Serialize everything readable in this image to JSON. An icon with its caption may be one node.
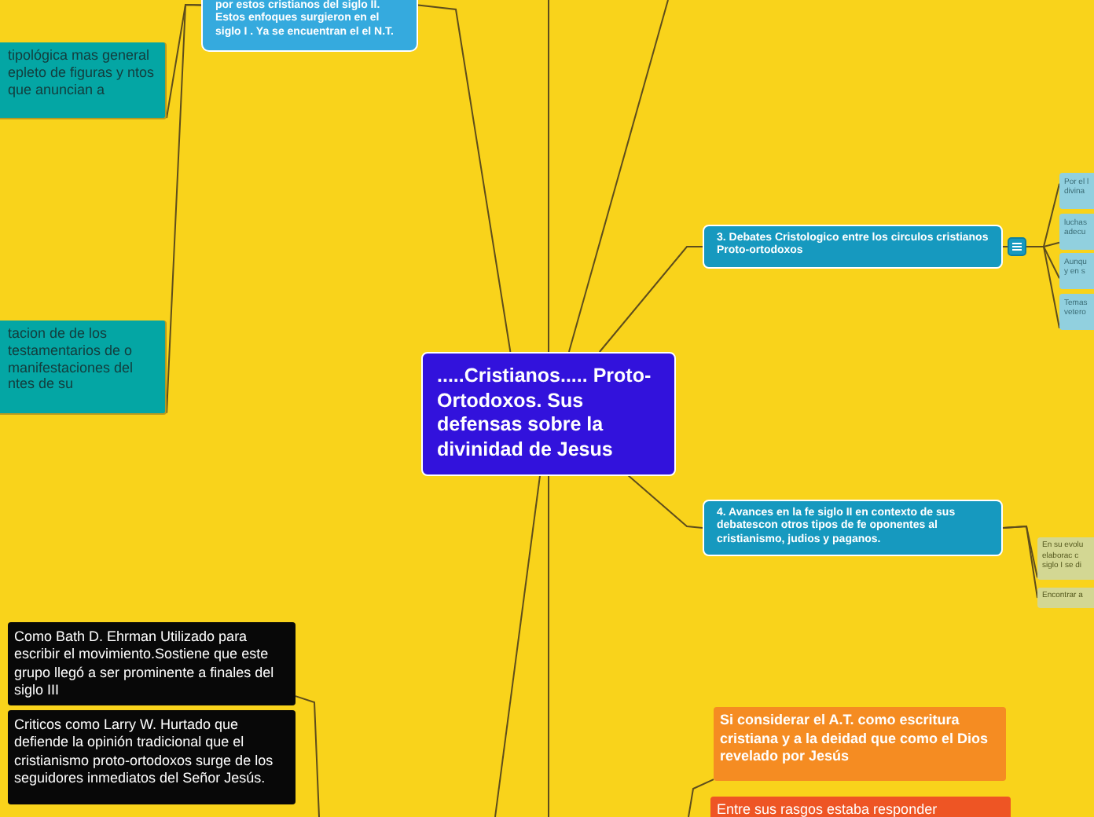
{
  "diagram": {
    "nodes": [
      {
        "text": [
          ".....Cristianos..... Proto-Ortodoxos. Sus defensas sobre la divinidad de Jesus"
        ]
      },
      {
        "text": [
          "por estos cristianos del siglo II. Estos enfoques surgieron en el siglo I . Ya se encuentran el el N.T."
        ]
      },
      {
        "text": [
          "tipológica mas general epleto de figuras y ntos que anuncian a"
        ]
      },
      {
        "text": [
          "tacion de de los testamentarios de o manifestaciones del ntes de su"
        ]
      },
      {
        "text": [
          "3. Debates Cristologico entre los circulos cristianos Proto-ortodoxos"
        ]
      },
      {
        "text": [
          "Por el l divina"
        ]
      },
      {
        "text": [
          "luchas adecu"
        ]
      },
      {
        "text": [
          "Aunqu y en s"
        ]
      },
      {
        "text": [
          "Temas vetero"
        ]
      },
      {
        "text": [
          "4. Avances en la fe siglo II en contexto de sus debatescon otros tipos de fe oponentes al cristianismo, judios y paganos."
        ]
      },
      {
        "text": [
          "En su evolu elaborac c siglo I se di"
        ]
      },
      {
        "text": [
          "Encontrar a"
        ]
      },
      {
        "text": [
          "Como Bath D. Ehrman Utilizado para escribir el movimiento.Sostiene que este grupo llegó a ser prominente a finales del siglo III"
        ]
      },
      {
        "text": [
          "Criticos como Larry W. Hurtado que defiende la opinión tradicional que el cristianismo proto-ortodoxos surge de los seguidores inmediatos del Señor Jesús."
        ]
      },
      {
        "text": [
          "Si considerar el A.T. como escritura cristiana y a la deidad que como el Dios revelado por Jesús"
        ]
      },
      {
        "text": [
          "Entre sus rasgos estaba responder"
        ]
      }
    ],
    "edges": [
      {
        "from": 0,
        "to": 1,
        "arrow": "none"
      },
      {
        "from": 0,
        "to": null,
        "arrow": "none"
      },
      {
        "from": 0,
        "to": null,
        "arrow": "none"
      },
      {
        "from": 1,
        "to": 2,
        "arrow": "none"
      },
      {
        "from": 1,
        "to": 3,
        "arrow": "none"
      },
      {
        "from": 0,
        "to": 4,
        "arrow": "none"
      },
      {
        "from": 4,
        "to": 5,
        "arrow": "none"
      },
      {
        "from": 4,
        "to": 6,
        "arrow": "none"
      },
      {
        "from": 4,
        "to": 7,
        "arrow": "none"
      },
      {
        "from": 4,
        "to": 8,
        "arrow": "none"
      },
      {
        "from": 0,
        "to": 9,
        "arrow": "none"
      },
      {
        "from": 9,
        "to": 10,
        "arrow": "none"
      },
      {
        "from": 9,
        "to": 11,
        "arrow": "none"
      },
      {
        "from": 0,
        "to": null,
        "arrow": "none"
      },
      {
        "from": 0,
        "to": null,
        "arrow": "none"
      },
      {
        "from": 12,
        "to": null,
        "arrow": "none"
      },
      {
        "from": 14,
        "to": null,
        "arrow": "none"
      }
    ]
  }
}
